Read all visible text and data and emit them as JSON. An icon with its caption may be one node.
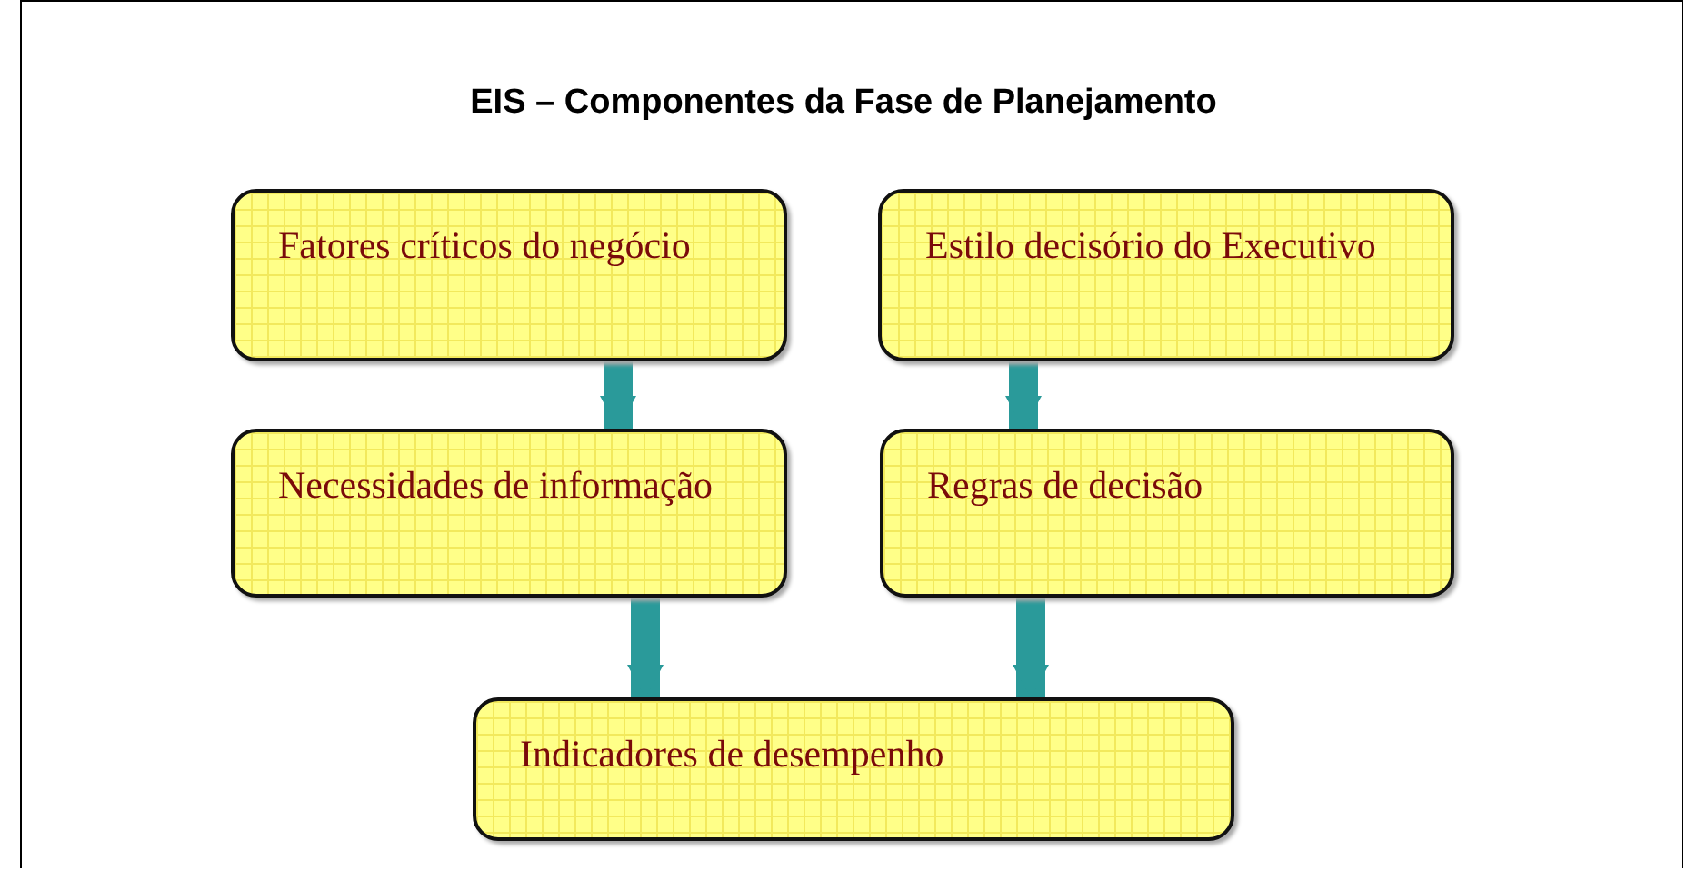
{
  "diagram": {
    "title": "EIS – Componentes da Fase de Planejamento",
    "nodes": [
      {
        "text": [
          "Fatores críticos do negócio"
        ]
      },
      {
        "text": [
          "Estilo decisório do Executivo"
        ]
      },
      {
        "text": [
          "Necessidades de informação"
        ]
      },
      {
        "text": [
          "Regras de decisão"
        ]
      },
      {
        "text": [
          "Indicadores de desempenho"
        ]
      }
    ],
    "edges": [
      {
        "from": 0,
        "to": 2,
        "arrow": "to"
      },
      {
        "from": 1,
        "to": 3,
        "arrow": "to"
      },
      {
        "from": 2,
        "to": 4,
        "arrow": "to"
      },
      {
        "from": 3,
        "to": 4,
        "arrow": "to"
      }
    ]
  }
}
